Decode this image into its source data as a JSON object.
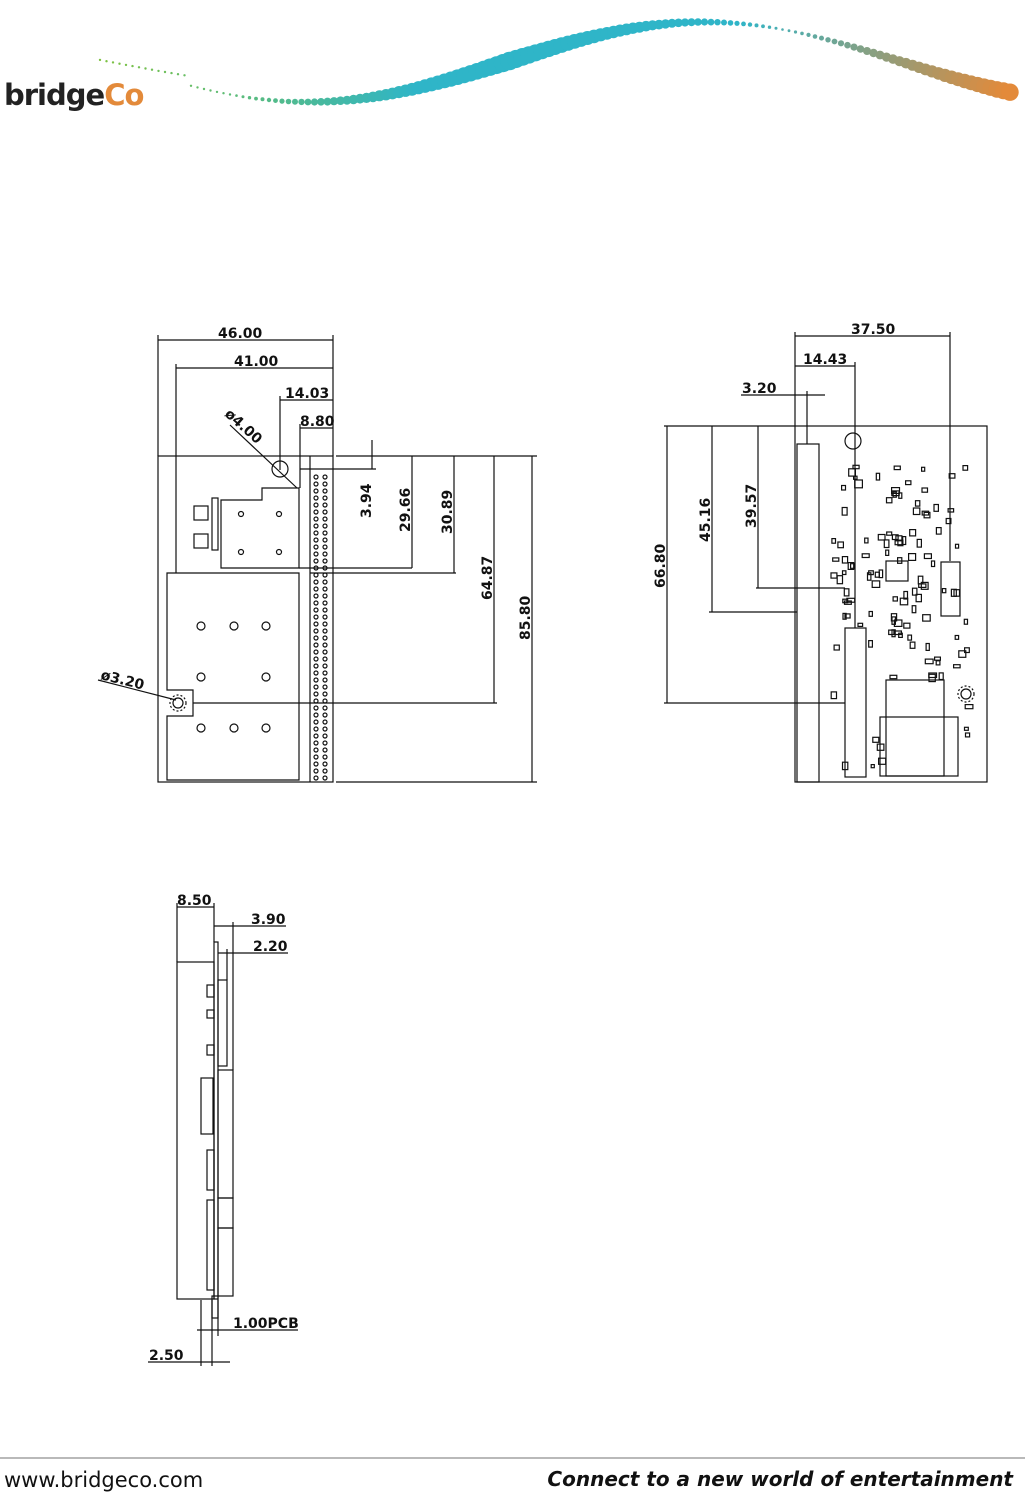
{
  "brand": {
    "logo_main": "bridge",
    "logo_accent": "Co",
    "accent_colors": [
      "#7fc241",
      "#2fb5c8",
      "#e38a3a"
    ]
  },
  "front_view": {
    "width_46": "46.00",
    "width_41": "41.00",
    "d_14_03": "14.03",
    "d_8_80": "8.80",
    "hole_4": "ø4.00",
    "hole_3_2": "ø3.20",
    "h_3_94": "3.94",
    "h_29_66": "29.66",
    "h_30_89": "30.89",
    "h_64_87": "64.87",
    "h_85_80": "85.80"
  },
  "back_view": {
    "w_37_50": "37.50",
    "w_14_43": "14.43",
    "w_3_20": "3.20",
    "h_66_80": "66.80",
    "h_45_16": "45.16",
    "h_39_57": "39.57"
  },
  "side_view": {
    "t_8_50": "8.50",
    "t_3_90": "3.90",
    "t_2_20": "2.20",
    "t_1_00": "1.00PCB",
    "t_2_50": "2.50"
  },
  "footer": {
    "url": "www.bridgeco.com",
    "tagline": "Connect to a new world of entertainment"
  }
}
